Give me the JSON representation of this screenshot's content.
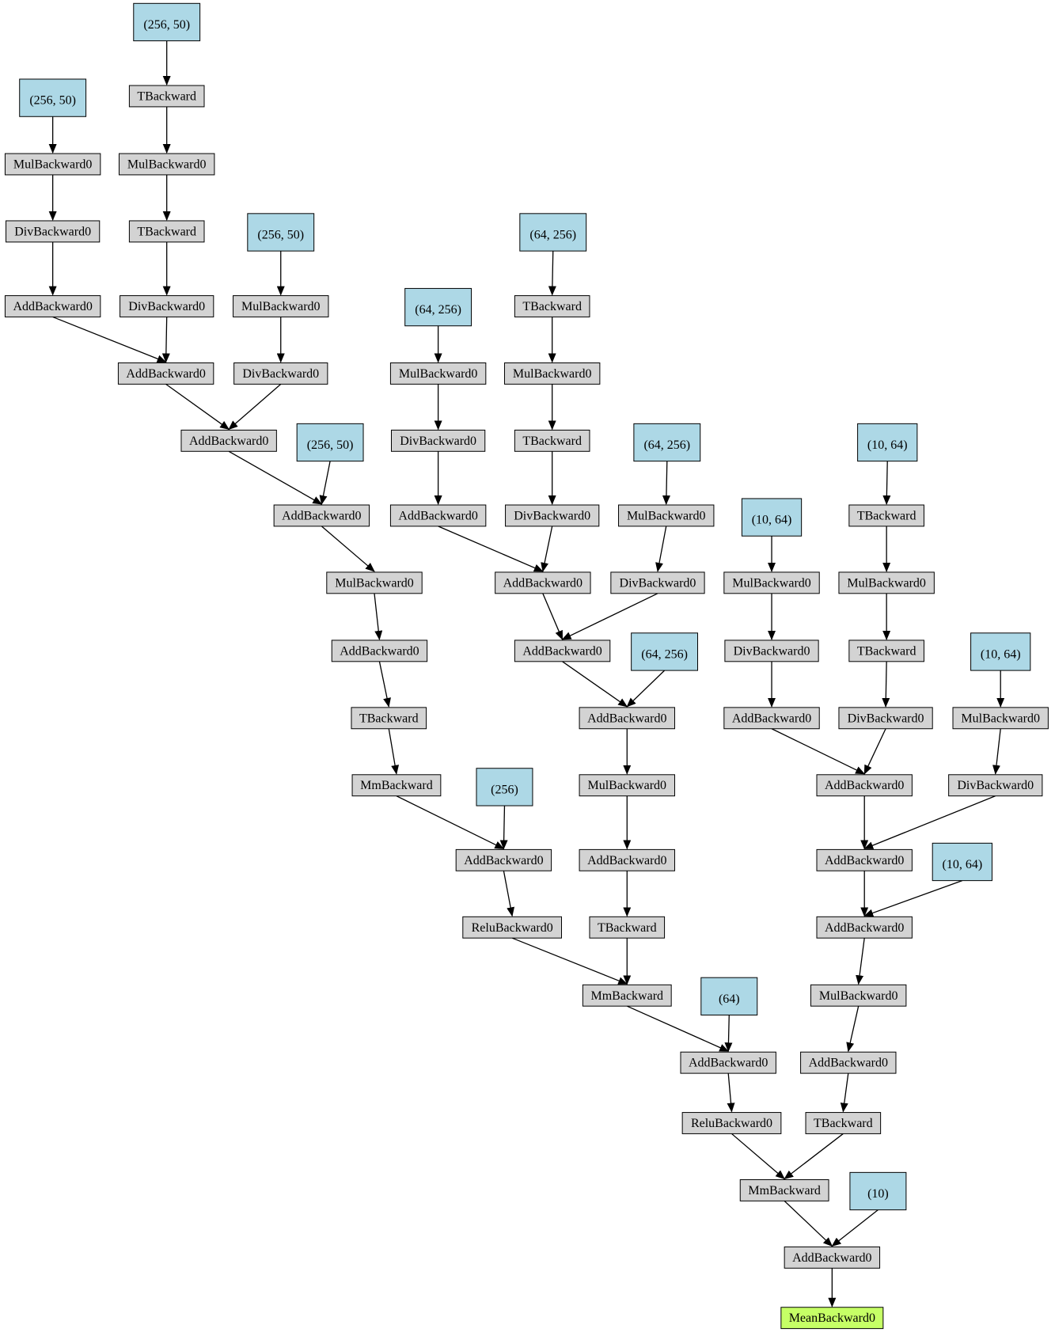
{
  "colors": {
    "param": "#add8e6",
    "op": "#d3d3d3",
    "output": "#c6ff66",
    "stroke": "#000000"
  },
  "nodes": [
    {
      "id": "p1",
      "label": "(256, 50)",
      "kind": "param"
    },
    {
      "id": "p2",
      "label": "(256, 50)",
      "kind": "param"
    },
    {
      "id": "t1",
      "label": "TBackward",
      "kind": "op"
    },
    {
      "id": "mul1",
      "label": "MulBackward0",
      "kind": "op"
    },
    {
      "id": "mul2",
      "label": "MulBackward0",
      "kind": "op"
    },
    {
      "id": "div1",
      "label": "DivBackward0",
      "kind": "op"
    },
    {
      "id": "t2",
      "label": "TBackward",
      "kind": "op"
    },
    {
      "id": "p3",
      "label": "(256, 50)",
      "kind": "param"
    },
    {
      "id": "add1",
      "label": "AddBackward0",
      "kind": "op"
    },
    {
      "id": "div2",
      "label": "DivBackward0",
      "kind": "op"
    },
    {
      "id": "mul3",
      "label": "MulBackward0",
      "kind": "op"
    },
    {
      "id": "add2",
      "label": "AddBackward0",
      "kind": "op"
    },
    {
      "id": "div3",
      "label": "DivBackward0",
      "kind": "op"
    },
    {
      "id": "add3",
      "label": "AddBackward0",
      "kind": "op"
    },
    {
      "id": "p4",
      "label": "(256, 50)",
      "kind": "param"
    },
    {
      "id": "add4",
      "label": "AddBackward0",
      "kind": "op"
    },
    {
      "id": "mul4",
      "label": "MulBackward0",
      "kind": "op"
    },
    {
      "id": "add5",
      "label": "AddBackward0",
      "kind": "op"
    },
    {
      "id": "t3",
      "label": "TBackward",
      "kind": "op"
    },
    {
      "id": "mm1",
      "label": "MmBackward",
      "kind": "op"
    },
    {
      "id": "p5",
      "label": "(64, 256)",
      "kind": "param"
    },
    {
      "id": "p6",
      "label": "(64, 256)",
      "kind": "param"
    },
    {
      "id": "t4",
      "label": "TBackward",
      "kind": "op"
    },
    {
      "id": "mul5",
      "label": "MulBackward0",
      "kind": "op"
    },
    {
      "id": "mul6",
      "label": "MulBackward0",
      "kind": "op"
    },
    {
      "id": "div4",
      "label": "DivBackward0",
      "kind": "op"
    },
    {
      "id": "t5",
      "label": "TBackward",
      "kind": "op"
    },
    {
      "id": "p7",
      "label": "(64, 256)",
      "kind": "param"
    },
    {
      "id": "add6",
      "label": "AddBackward0",
      "kind": "op"
    },
    {
      "id": "div5",
      "label": "DivBackward0",
      "kind": "op"
    },
    {
      "id": "mul7",
      "label": "MulBackward0",
      "kind": "op"
    },
    {
      "id": "add7",
      "label": "AddBackward0",
      "kind": "op"
    },
    {
      "id": "div6",
      "label": "DivBackward0",
      "kind": "op"
    },
    {
      "id": "add8",
      "label": "AddBackward0",
      "kind": "op"
    },
    {
      "id": "p8",
      "label": "(64, 256)",
      "kind": "param"
    },
    {
      "id": "add9",
      "label": "AddBackward0",
      "kind": "op"
    },
    {
      "id": "mul8",
      "label": "MulBackward0",
      "kind": "op"
    },
    {
      "id": "add10",
      "label": "AddBackward0",
      "kind": "op"
    },
    {
      "id": "t6",
      "label": "TBackward",
      "kind": "op"
    },
    {
      "id": "p9",
      "label": "(256)",
      "kind": "param"
    },
    {
      "id": "add11",
      "label": "AddBackward0",
      "kind": "op"
    },
    {
      "id": "relu1",
      "label": "ReluBackward0",
      "kind": "op"
    },
    {
      "id": "mm2",
      "label": "MmBackward",
      "kind": "op"
    },
    {
      "id": "p10",
      "label": "(64)",
      "kind": "param"
    },
    {
      "id": "add12",
      "label": "AddBackward0",
      "kind": "op"
    },
    {
      "id": "relu2",
      "label": "ReluBackward0",
      "kind": "op"
    },
    {
      "id": "p11",
      "label": "(10, 64)",
      "kind": "param"
    },
    {
      "id": "p12",
      "label": "(10, 64)",
      "kind": "param"
    },
    {
      "id": "t7",
      "label": "TBackward",
      "kind": "op"
    },
    {
      "id": "mul9",
      "label": "MulBackward0",
      "kind": "op"
    },
    {
      "id": "mul10",
      "label": "MulBackward0",
      "kind": "op"
    },
    {
      "id": "div7",
      "label": "DivBackward0",
      "kind": "op"
    },
    {
      "id": "t8",
      "label": "TBackward",
      "kind": "op"
    },
    {
      "id": "p13",
      "label": "(10, 64)",
      "kind": "param"
    },
    {
      "id": "add13",
      "label": "AddBackward0",
      "kind": "op"
    },
    {
      "id": "div8",
      "label": "DivBackward0",
      "kind": "op"
    },
    {
      "id": "mul11",
      "label": "MulBackward0",
      "kind": "op"
    },
    {
      "id": "add14",
      "label": "AddBackward0",
      "kind": "op"
    },
    {
      "id": "div9",
      "label": "DivBackward0",
      "kind": "op"
    },
    {
      "id": "add15",
      "label": "AddBackward0",
      "kind": "op"
    },
    {
      "id": "p14",
      "label": "(10, 64)",
      "kind": "param"
    },
    {
      "id": "add16",
      "label": "AddBackward0",
      "kind": "op"
    },
    {
      "id": "mul12",
      "label": "MulBackward0",
      "kind": "op"
    },
    {
      "id": "add17",
      "label": "AddBackward0",
      "kind": "op"
    },
    {
      "id": "t9",
      "label": "TBackward",
      "kind": "op"
    },
    {
      "id": "mm3",
      "label": "MmBackward",
      "kind": "op"
    },
    {
      "id": "p15",
      "label": "(10)",
      "kind": "param"
    },
    {
      "id": "add18",
      "label": "AddBackward0",
      "kind": "op"
    },
    {
      "id": "mean",
      "label": "MeanBackward0",
      "kind": "output"
    }
  ],
  "edges": [
    [
      "p1",
      "mul1"
    ],
    [
      "mul1",
      "div1"
    ],
    [
      "div1",
      "add1"
    ],
    [
      "add1",
      "add2"
    ],
    [
      "p2",
      "t1"
    ],
    [
      "t1",
      "mul2"
    ],
    [
      "mul2",
      "t2"
    ],
    [
      "t2",
      "div2"
    ],
    [
      "div2",
      "add2"
    ],
    [
      "add2",
      "add3"
    ],
    [
      "p3",
      "mul3"
    ],
    [
      "mul3",
      "div3"
    ],
    [
      "div3",
      "add3"
    ],
    [
      "add3",
      "add4"
    ],
    [
      "p4",
      "add4"
    ],
    [
      "add4",
      "mul4"
    ],
    [
      "mul4",
      "add5"
    ],
    [
      "add5",
      "t3"
    ],
    [
      "t3",
      "mm1"
    ],
    [
      "p5",
      "mul5"
    ],
    [
      "mul5",
      "div4"
    ],
    [
      "div4",
      "add6"
    ],
    [
      "add6",
      "add7"
    ],
    [
      "p6",
      "t4"
    ],
    [
      "t4",
      "mul6"
    ],
    [
      "mul6",
      "t5"
    ],
    [
      "t5",
      "div5"
    ],
    [
      "div5",
      "add7"
    ],
    [
      "add7",
      "add8"
    ],
    [
      "p7",
      "mul7"
    ],
    [
      "mul7",
      "div6"
    ],
    [
      "div6",
      "add8"
    ],
    [
      "add8",
      "add9"
    ],
    [
      "p8",
      "add9"
    ],
    [
      "add9",
      "mul8"
    ],
    [
      "mul8",
      "add10"
    ],
    [
      "add10",
      "t6"
    ],
    [
      "t6",
      "mm2"
    ],
    [
      "mm1",
      "add11"
    ],
    [
      "p9",
      "add11"
    ],
    [
      "add11",
      "relu1"
    ],
    [
      "relu1",
      "mm2"
    ],
    [
      "mm2",
      "add12"
    ],
    [
      "p10",
      "add12"
    ],
    [
      "add12",
      "relu2"
    ],
    [
      "relu2",
      "mm3"
    ],
    [
      "p11",
      "mul9"
    ],
    [
      "mul9",
      "div7"
    ],
    [
      "div7",
      "add13"
    ],
    [
      "add13",
      "add14"
    ],
    [
      "p12",
      "t7"
    ],
    [
      "t7",
      "mul10"
    ],
    [
      "mul10",
      "t8"
    ],
    [
      "t8",
      "div8"
    ],
    [
      "div8",
      "add14"
    ],
    [
      "add14",
      "add15"
    ],
    [
      "p13",
      "mul11"
    ],
    [
      "mul11",
      "div9"
    ],
    [
      "div9",
      "add15"
    ],
    [
      "add15",
      "add16"
    ],
    [
      "p14",
      "add16"
    ],
    [
      "add16",
      "mul12"
    ],
    [
      "mul12",
      "add17"
    ],
    [
      "add17",
      "t9"
    ],
    [
      "t9",
      "mm3"
    ],
    [
      "mm3",
      "add18"
    ],
    [
      "p15",
      "add18"
    ],
    [
      "add18",
      "mean"
    ]
  ]
}
